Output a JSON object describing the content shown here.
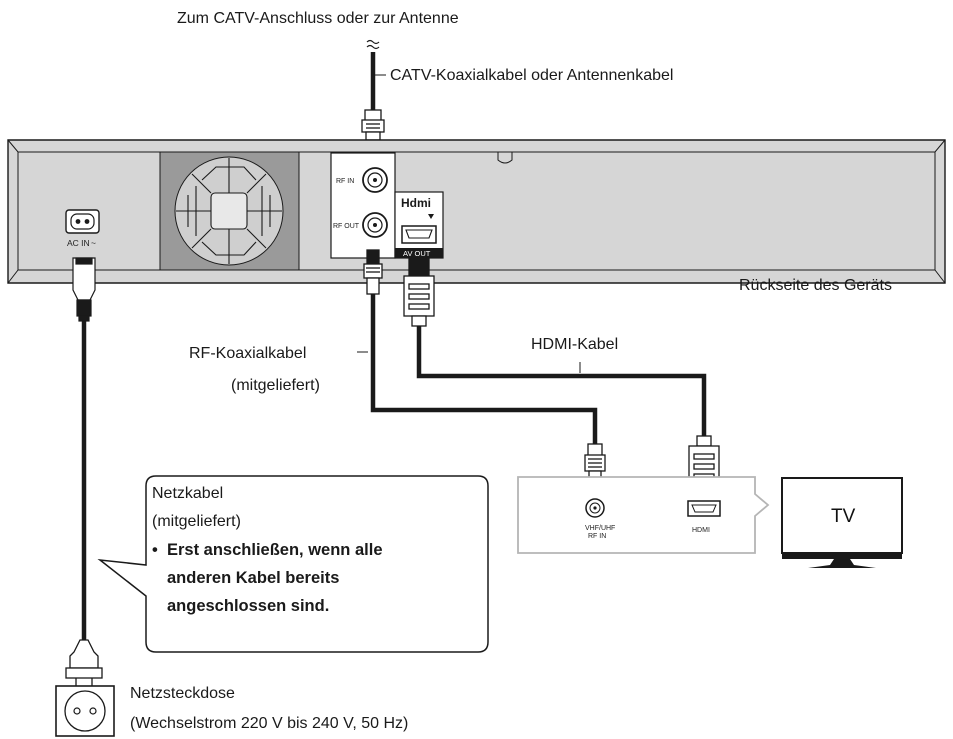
{
  "labels": {
    "catv_top": "Zum CATV-Anschluss oder zur Antenne",
    "catv_cable": "CATV-Koaxialkabel oder Antennenkabel",
    "rear_of_unit": "Rückseite des Geräts",
    "rf_cable_1": "RF-Koaxialkabel",
    "rf_cable_2": "(mitgeliefert)",
    "hdmi_cable": "HDMI-Kabel",
    "tv": "TV",
    "outlet_1": "Netzsteckdose",
    "outlet_2": "(Wechselstrom 220 V bis 240 V, 50 Hz)"
  },
  "callout": {
    "title": "Netzkabel",
    "subtitle": "(mitgeliefert)",
    "bullet": "•",
    "line1": "Erst anschließen, wenn alle",
    "line2": "anderen Kabel bereits",
    "line3": "angeschlossen sind."
  },
  "device_panel": {
    "ac_in": "AC IN",
    "ac_tilde": "~",
    "rf_in": "RF IN",
    "rf_out": "RF OUT",
    "hdmi_logo": "Hdmi",
    "av_out": "AV OUT"
  },
  "tv_panel": {
    "vhf_line1": "VHF/UHF",
    "vhf_line2": "RF IN",
    "hdmi": "HDMI"
  },
  "colors": {
    "device_fill": "#d6d6d6",
    "stroke": "#1a1a1a",
    "tv_panel_stroke": "#b5b5b5"
  }
}
